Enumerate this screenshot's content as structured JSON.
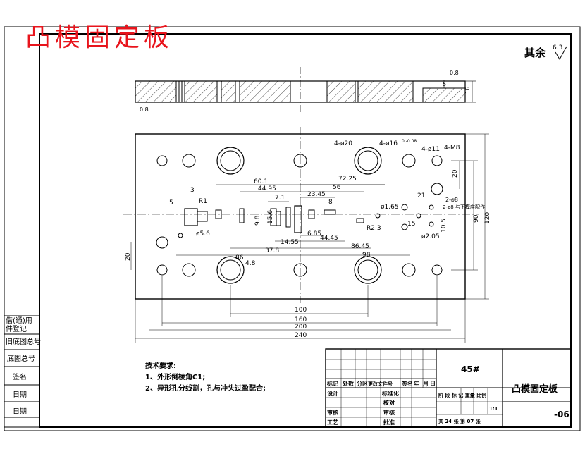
{
  "title": "凸模固定板",
  "surface_note": "其余",
  "roughness": {
    "general": "6.3",
    "top": "0.8",
    "bottom": "0.8"
  },
  "tech_req": {
    "heading": "技术要求:",
    "item1": "1、外形倒棱角C1;",
    "item2": "2、异形孔分线割，孔与冲头过盈配合;"
  },
  "side_labels": [
    "借(通)用",
    "件登记",
    "旧底图总号",
    "底图总号",
    "签名",
    "日期",
    "日期"
  ],
  "title_block": {
    "material": "45#",
    "part_name": "凸模固定板",
    "drawing_no": "-06",
    "headers": [
      "标记",
      "处数",
      "分区",
      "更改文件号",
      "签名",
      "年",
      "月",
      "日"
    ],
    "row_design": "设计",
    "row_std": "标准化",
    "row_check": "审核",
    "row_process": "工艺",
    "row_review": "审核",
    "row_approve": "批准",
    "row_audit": "校对",
    "stage_labels": "阶 段 标 记   重量  比例",
    "scale": "1:1",
    "sheets": "共 24  张   第 07  张"
  },
  "side_view": {
    "thickness": "16",
    "step": "5"
  },
  "dims": {
    "d1": "60.1",
    "d2": "44.95",
    "d3": "72.25",
    "d4": "56",
    "d5": "23.45",
    "d6": "7.1",
    "d7": "8",
    "d8": "86",
    "d9": "37.8",
    "d10": "14.55",
    "d11": "44.45",
    "d12": "86.45",
    "d13": "98",
    "d14": "100",
    "d15": "160",
    "d16": "200",
    "d17": "240",
    "d18": "90",
    "d19": "120",
    "d20": "20",
    "d21": "20",
    "d22": "21",
    "d23": "6.85",
    "d24": "R2.3",
    "d25": "ø1.65",
    "d26": "ø2.05",
    "d27": "ø5.6",
    "d28": "R1",
    "d29": "3",
    "d30": "5",
    "d31": "10.5",
    "d32": "15",
    "d33": "9.8",
    "d34": "4.8",
    "d35": "15.6",
    "h1": "4-ø20",
    "h2": "4-ø16",
    "h3": "4-ø11",
    "h4": "4-M8",
    "h5": "2-ø8",
    "tol": "0 -0.08",
    "note_r": "2-ø8 与下模座配作"
  }
}
